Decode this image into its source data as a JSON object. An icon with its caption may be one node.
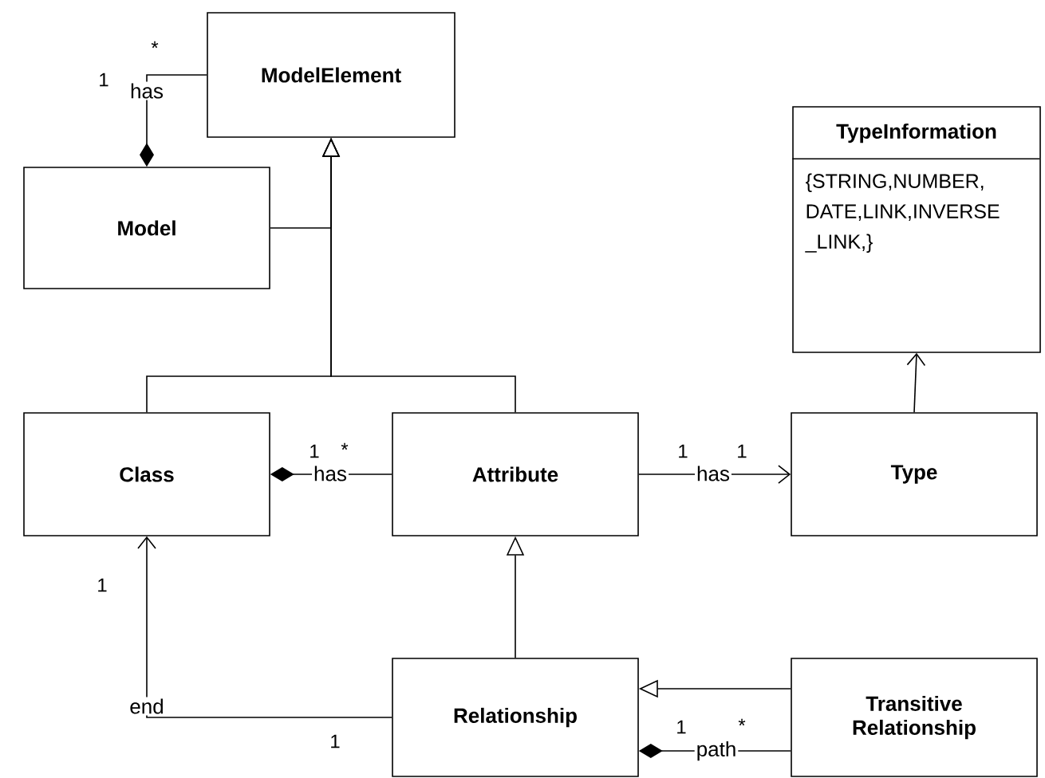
{
  "diagram": {
    "nodes": [
      {
        "text": [
          "ModelElement"
        ]
      },
      {
        "text": [
          "TypeInformation",
          "{STRING,NUMBER, DATE,LINK,INVERSE _LINK,}"
        ]
      },
      {
        "text": [
          "Model"
        ]
      },
      {
        "text": [
          "Class"
        ]
      },
      {
        "text": [
          "Attribute"
        ]
      },
      {
        "text": [
          "Type"
        ]
      },
      {
        "text": [
          "Relationship"
        ]
      },
      {
        "text": [
          "Transitive Relationship"
        ]
      }
    ],
    "edges": [
      {
        "from": 2,
        "to": 0,
        "arrow": "other",
        "label": "has"
      },
      {
        "from": 2,
        "to": 0,
        "arrow": "to"
      },
      {
        "from": 3,
        "to": 0,
        "arrow": "to"
      },
      {
        "from": 4,
        "to": 0,
        "arrow": "to"
      },
      {
        "from": 3,
        "to": 4,
        "arrow": "other",
        "label": "has"
      },
      {
        "from": 4,
        "to": 5,
        "arrow": "to",
        "label": "has"
      },
      {
        "from": 5,
        "to": 1,
        "arrow": "to"
      },
      {
        "from": 6,
        "to": 4,
        "arrow": "to"
      },
      {
        "from": 6,
        "to": 3,
        "arrow": "to",
        "label": "end"
      },
      {
        "from": 7,
        "to": 6,
        "arrow": "to"
      },
      {
        "from": 6,
        "to": 7,
        "arrow": "other",
        "label": "path"
      }
    ],
    "labels": [
      "*",
      "1",
      "1",
      "*",
      "1",
      "1",
      "1",
      "1",
      "*",
      "1"
    ]
  }
}
